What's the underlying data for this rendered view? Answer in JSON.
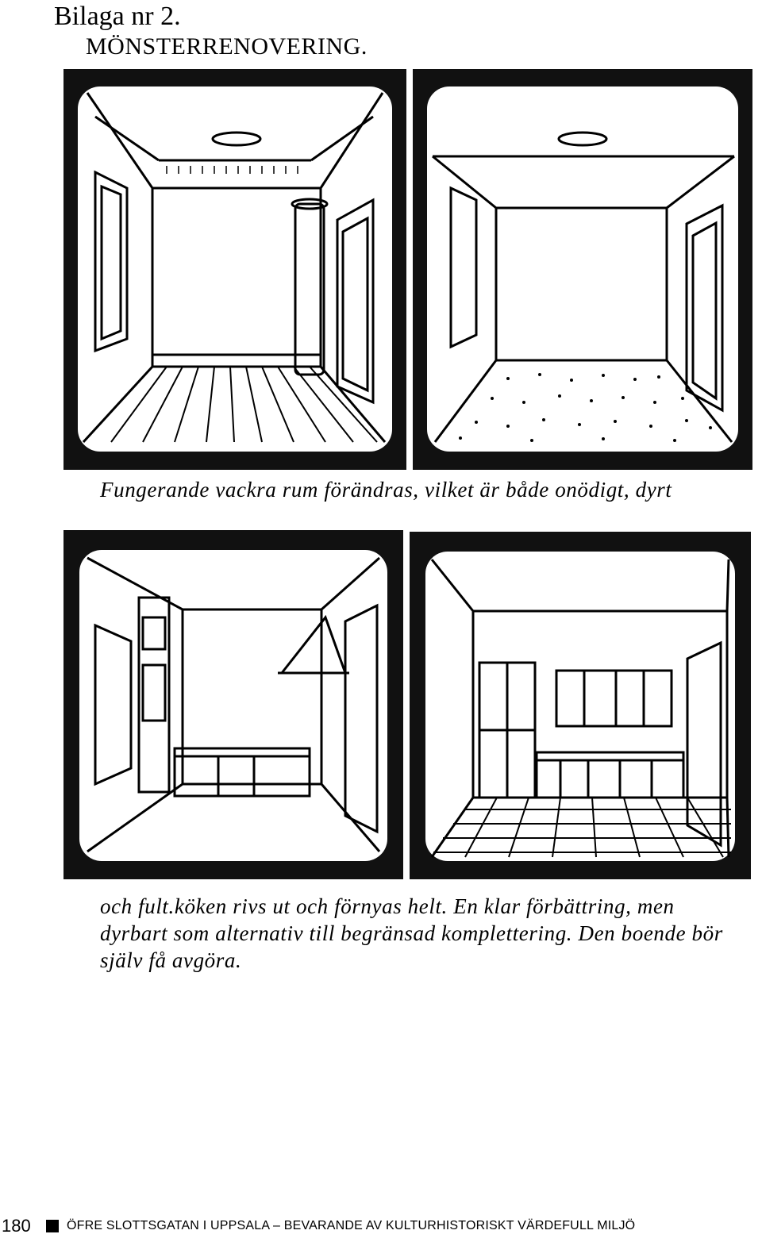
{
  "header": {
    "appendix_label": "Bilaga nr 2.",
    "title": "MÖNSTERRENOVERING."
  },
  "captions": {
    "first": "Fungerande vackra rum förändras, vilket är både onödigt, dyrt",
    "second": "och fult.köken rivs ut och förnyas helt. En klar förbättring, men dyrbart som alternativ till begränsad komplettering. Den boende bör själv få avgöra."
  },
  "footer": {
    "page_number": "180",
    "publication": "ÖFRE SLOTTSGATAN I UPPSALA – BEVARANDE AV KULTURHISTORISKT VÄRDEFULL MILJÖ"
  },
  "colors": {
    "ink": "#000000",
    "paper": "#ffffff",
    "frame": "#111111"
  }
}
